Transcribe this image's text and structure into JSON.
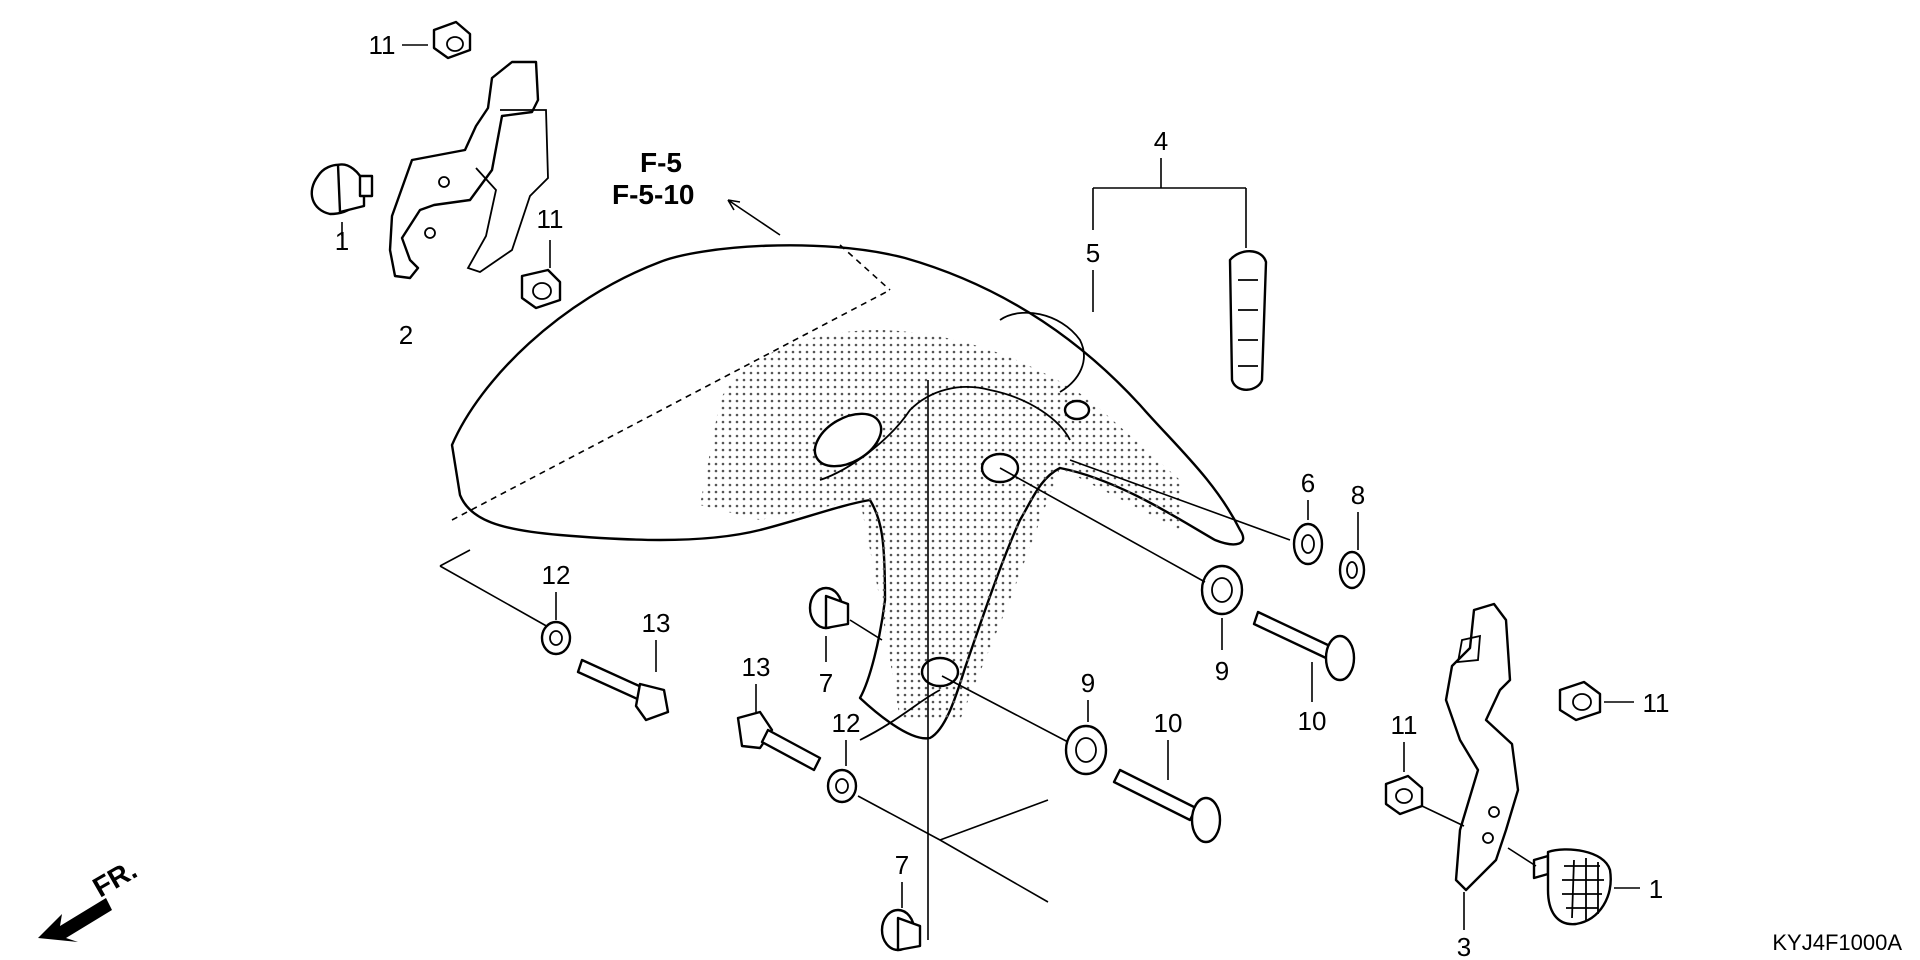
{
  "diagram": {
    "reference_lines": [
      "F-5",
      "F-5-10"
    ],
    "diagram_code": "KYJ4F1000A",
    "front_indicator": "FR.",
    "callouts": {
      "c1_top": "1",
      "c2": "2",
      "c11_top": "11",
      "c11_mid": "11",
      "c4": "4",
      "c5": "5",
      "c6": "6",
      "c8": "8",
      "c12_left": "12",
      "c13_left": "13",
      "c7_mid": "7",
      "c9_right": "9",
      "c10_right": "10",
      "c13_low": "13",
      "c12_low": "12",
      "c9_low": "9",
      "c10_low": "10",
      "c7_low": "7",
      "c11_right": "11",
      "c11_lowright": "11",
      "c1_right": "1",
      "c3": "3"
    }
  }
}
